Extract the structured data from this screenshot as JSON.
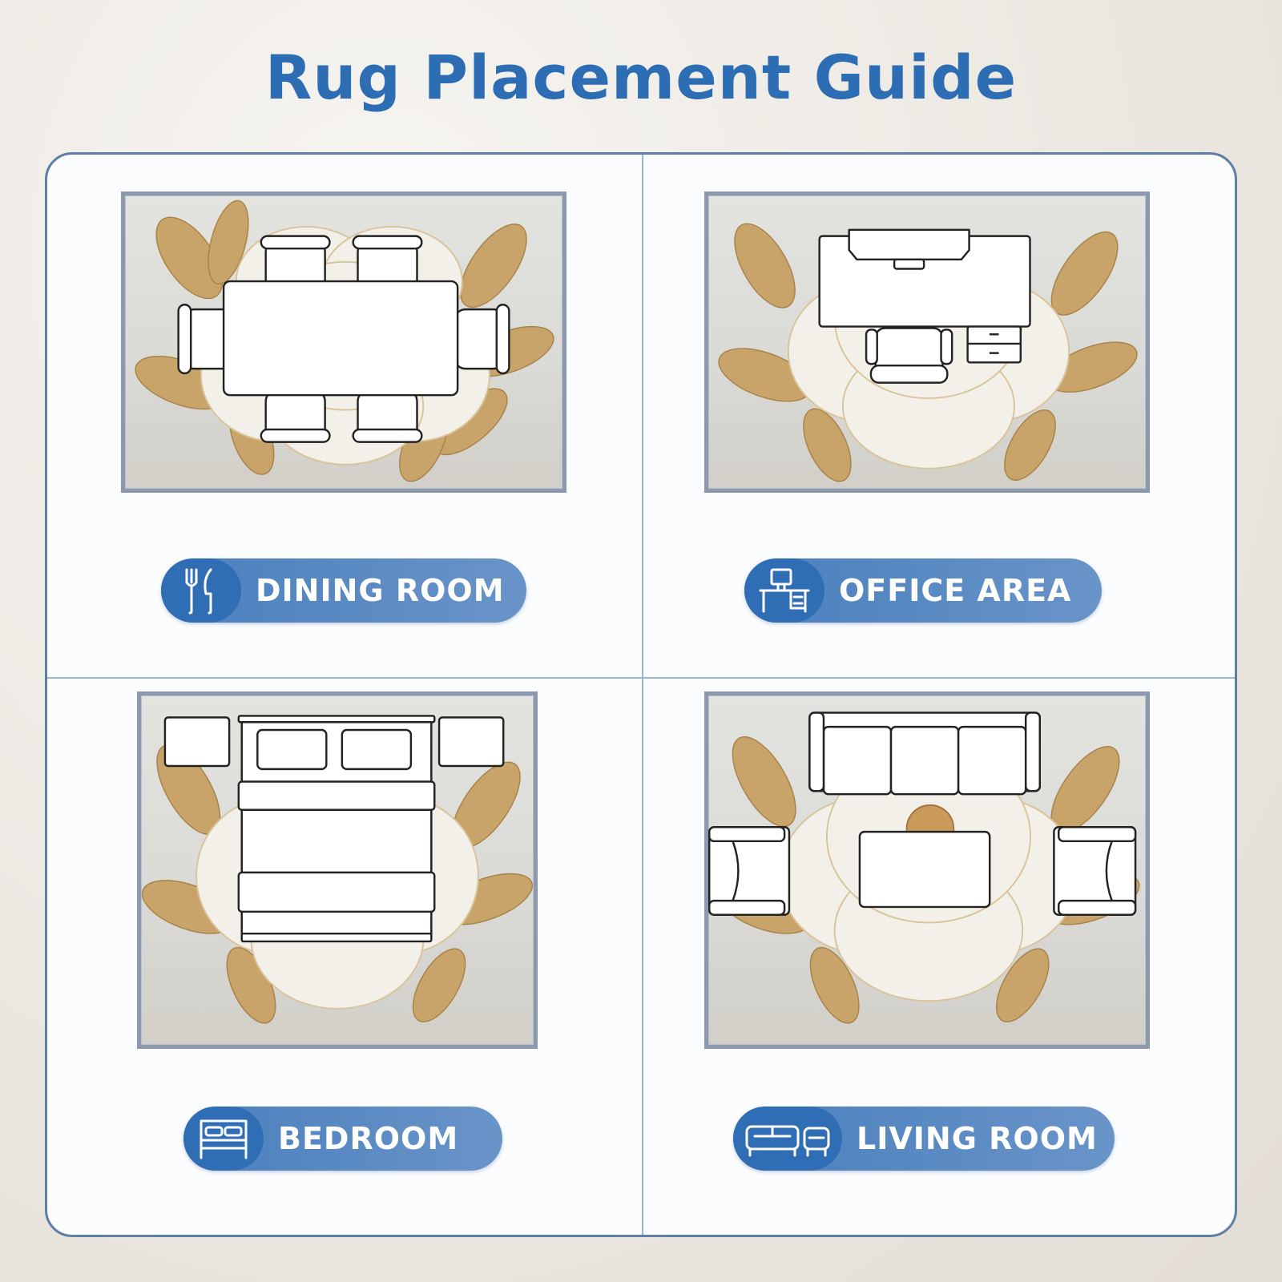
{
  "title": "Rug Placement Guide",
  "colors": {
    "title": "#2d6db3",
    "panel_border": "#5e7ea6",
    "label_bg": "#5a8ac4",
    "icon_bg": "#2f6db4",
    "leaf_gold": "#c9a46a",
    "petal_white": "#f3f0ea"
  },
  "sections": [
    {
      "label": "DINING ROOM",
      "icon": "fork-knife-icon"
    },
    {
      "label": "OFFICE AREA",
      "icon": "desk-computer-icon"
    },
    {
      "label": "BEDROOM",
      "icon": "bed-icon"
    },
    {
      "label": "LIVING ROOM",
      "icon": "sofa-armchair-icon"
    }
  ]
}
